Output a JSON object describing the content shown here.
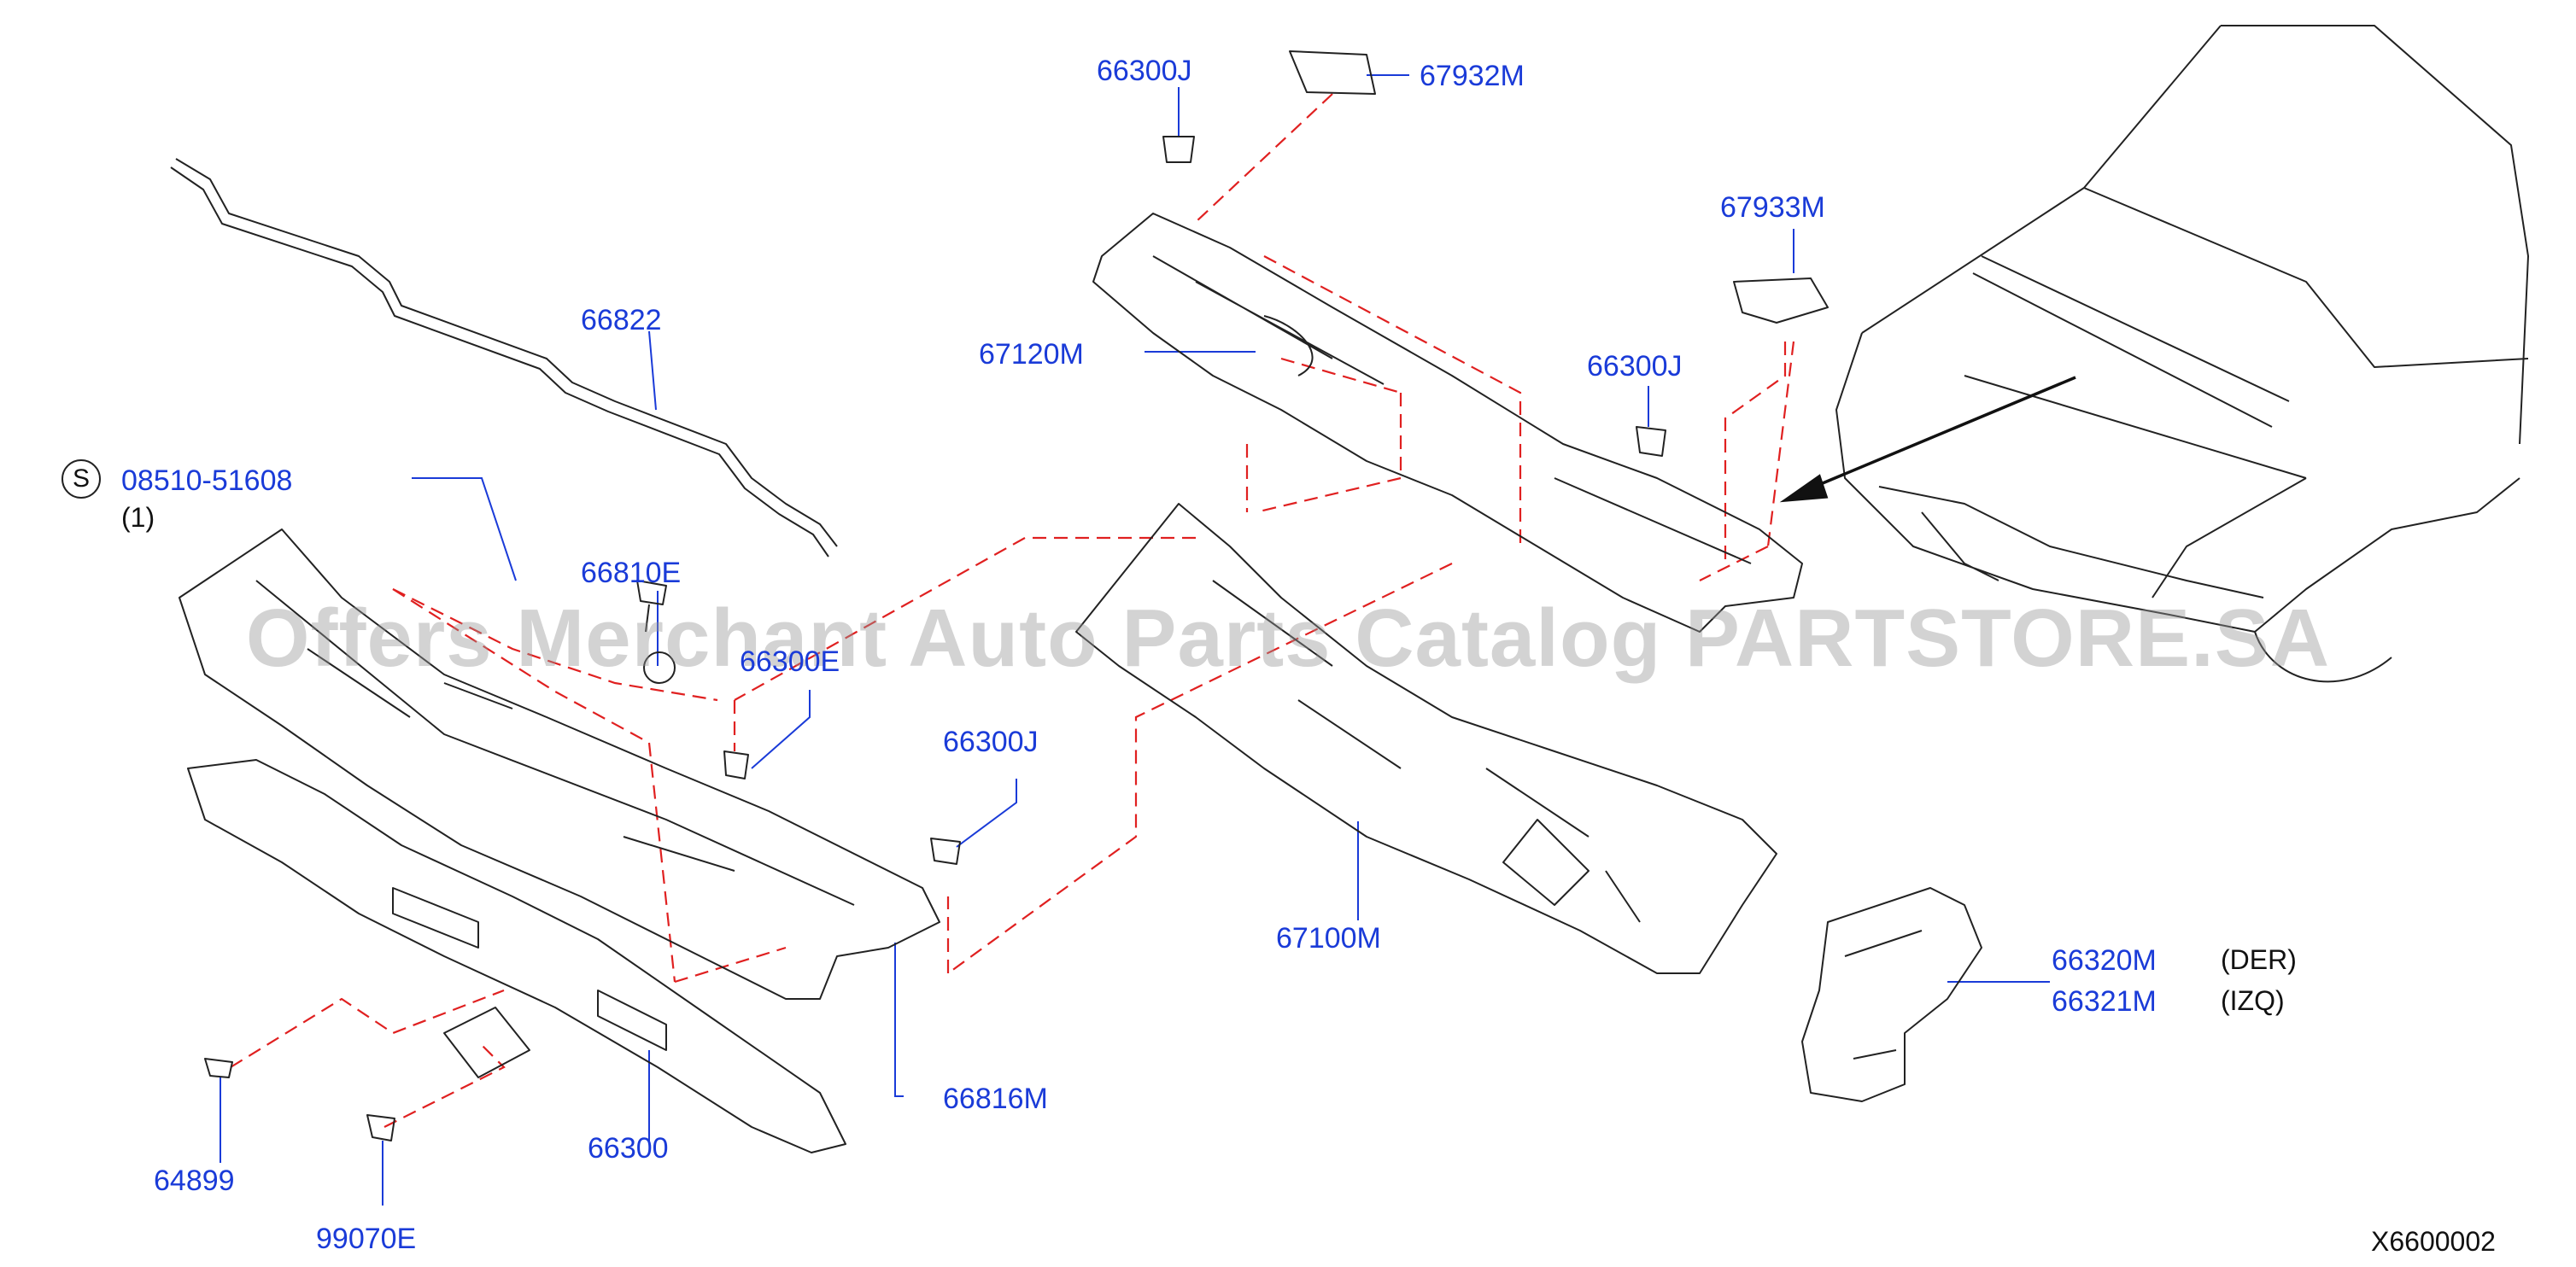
{
  "callouts": [
    {
      "id": "p66822",
      "text": "66822"
    },
    {
      "id": "p08510",
      "text": "08510-51608"
    },
    {
      "id": "p66810E",
      "text": "66810E"
    },
    {
      "id": "p66300E",
      "text": "66300E"
    },
    {
      "id": "p66300J_top",
      "text": "66300J"
    },
    {
      "id": "p67932M",
      "text": "67932M"
    },
    {
      "id": "p67933M",
      "text": "67933M"
    },
    {
      "id": "p67120M",
      "text": "67120M"
    },
    {
      "id": "p66300J_mid",
      "text": "66300J"
    },
    {
      "id": "p66300J_low",
      "text": "66300J"
    },
    {
      "id": "p67100M",
      "text": "67100M"
    },
    {
      "id": "p66320M",
      "text": "66320M"
    },
    {
      "id": "p66321M",
      "text": "66321M"
    },
    {
      "id": "p66816M",
      "text": "66816M"
    },
    {
      "id": "p66300",
      "text": "66300"
    },
    {
      "id": "p64899",
      "text": "64899"
    },
    {
      "id": "p99070E",
      "text": "99070E"
    }
  ],
  "notes": {
    "s_mark": "S",
    "qty": "(1)",
    "der": "(DER)",
    "izq": "(IZQ)",
    "diagram_code": "X6600002"
  },
  "watermark": "Offers Merchant Auto Parts Catalog PARTSTORE.SA",
  "colors": {
    "callout": "#1a3bd8",
    "leader": "#1a3bd8",
    "dashed": "#e02020",
    "part": "#222222"
  }
}
